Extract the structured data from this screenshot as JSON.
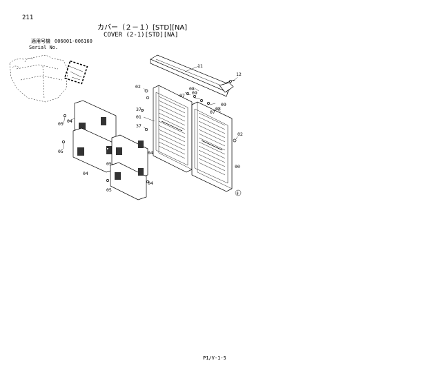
{
  "header": {
    "page_number": "211",
    "title_ja": "カバー（２－１）[STD][NA]",
    "title_en": "COVER (2-1)[STD][NA]",
    "serial_label_ja": "適用号機",
    "serial_range": "006001-006160",
    "serial_label_en": "Serial No."
  },
  "callouts": {
    "c11": "11",
    "c12": "12",
    "c02a": "02",
    "c08a": "08",
    "c07a": "07",
    "c09a": "09",
    "c37a": "37",
    "c01": "01",
    "c37b": "37",
    "c07b": "07",
    "c08b": "08",
    "c09b": "09",
    "c02b": "02",
    "c00": "00",
    "c04a": "04",
    "c05a": "05",
    "c05b": "05",
    "c04b": "04",
    "c05c": "05",
    "c04c": "04",
    "c05d": "05",
    "c04d": "04",
    "c_b": "B"
  },
  "footer": {
    "code": "P1/V-1-5"
  }
}
